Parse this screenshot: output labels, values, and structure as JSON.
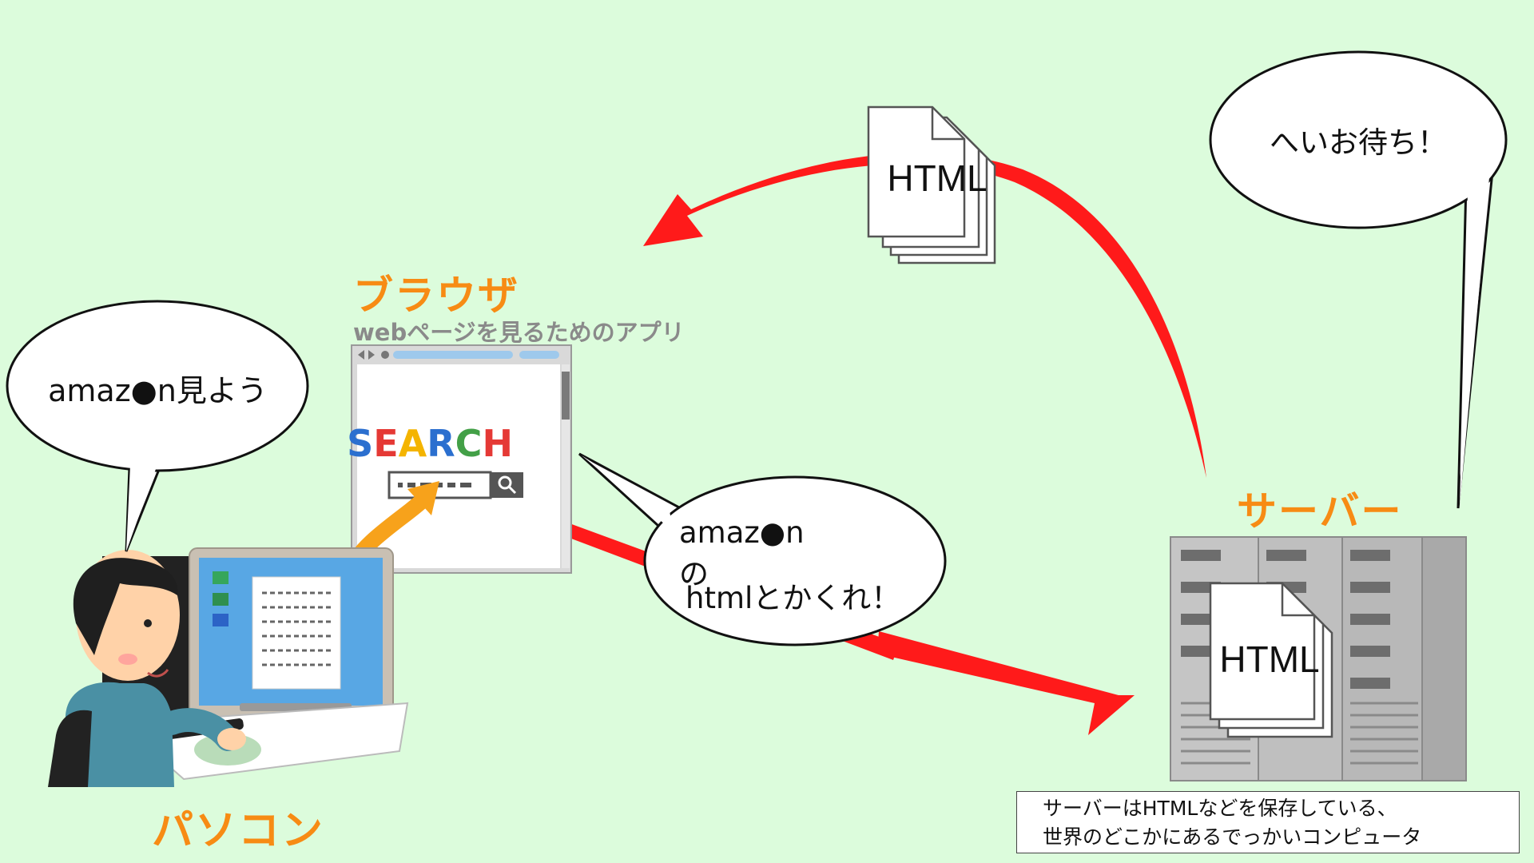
{
  "labels": {
    "pc": "パソコン",
    "browser": "ブラウザ",
    "browser_sub": "webページを見るためのアプリ",
    "server": "サーバー"
  },
  "bubbles": {
    "user": "amaz●n見よう",
    "request_line1": "amaz●nの",
    "request_line2": "htmlとかくれ！",
    "server": "へいお待ち！"
  },
  "documents": {
    "returned": "HTML",
    "stored": "HTML"
  },
  "browser_window": {
    "search_logo": "SEARCH"
  },
  "note": {
    "line1": "サーバーはHTMLなどを保存している、",
    "line2": "世界のどこかにあるでっかいコンピュータ"
  },
  "colors": {
    "background": "#dcfcdc",
    "arrow": "#ff1a1a",
    "label": "#f78b14",
    "curl_arrow": "#f7a21b"
  }
}
